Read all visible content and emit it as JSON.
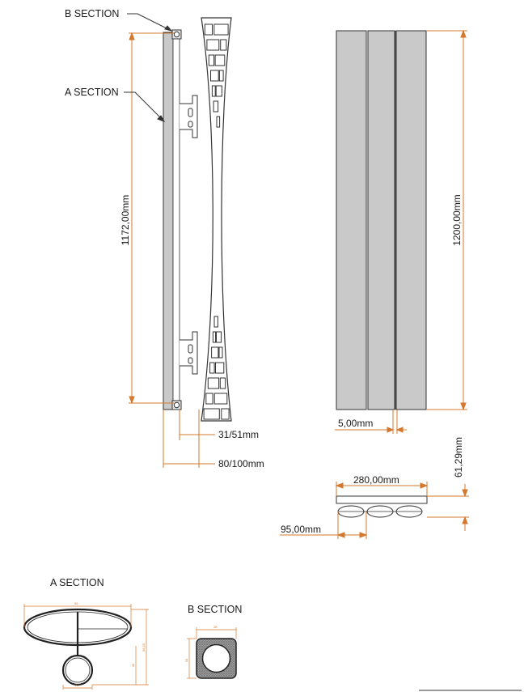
{
  "labels": {
    "b_section_callout": "B SECTION",
    "a_section_callout": "A SECTION",
    "a_section_title": "A SECTION",
    "b_section_title": "B SECTION"
  },
  "dimensions": {
    "side_height": "1172,00mm",
    "front_height": "1200,00mm",
    "wall_gap": "31/51mm",
    "depth": "80/100mm",
    "panel_gap": "5,00mm",
    "top_width": "280,00mm",
    "top_depth": "61,29mm",
    "top_offset": "95,00mm",
    "a_sec_width": "95",
    "a_sec_height_1": "58,29",
    "a_sec_height_2": "40",
    "a_sec_tube": "22",
    "b_sec_width": "28",
    "b_sec_height": "28"
  },
  "colors": {
    "dimension_line": "#d4782e",
    "panel_fill": "#c9c9c9",
    "outline": "#333333",
    "wall_stroke": "#333333"
  }
}
